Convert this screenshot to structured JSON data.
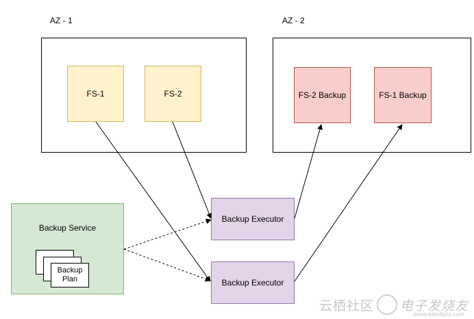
{
  "az1": {
    "label": "AZ - 1"
  },
  "az2": {
    "label": "AZ - 2"
  },
  "az1_nodes": [
    {
      "label": "FS-1"
    },
    {
      "label": "FS-2"
    }
  ],
  "az2_nodes": [
    {
      "label": "FS-2 Backup"
    },
    {
      "label": "FS-1 Backup"
    }
  ],
  "backup_service": {
    "label": "Backup Service",
    "plan_label": "Backup Plan"
  },
  "executors": [
    {
      "label": "Backup Executor"
    },
    {
      "label": "Backup Executor"
    }
  ],
  "watermark": {
    "text": "云栖社区",
    "brand": "电子发烧友",
    "url": "www.elecfans.com"
  },
  "colors": {
    "fs_fill": "#fff2cc",
    "fs_stroke": "#d6b656",
    "backup_fill": "#f8cecc",
    "backup_stroke": "#b85450",
    "executor_fill": "#e1d5e7",
    "executor_stroke": "#9673a6",
    "service_fill": "#d5e8d4",
    "service_stroke": "#82b366"
  }
}
